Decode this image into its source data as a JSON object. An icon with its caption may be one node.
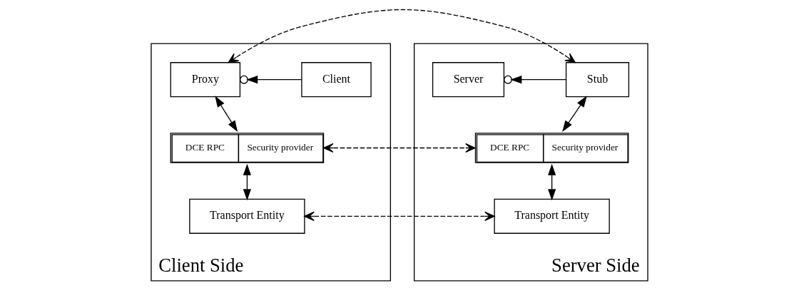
{
  "diagram": {
    "nodes": [
      {
        "text": [
          "Client Side"
        ]
      },
      {
        "text": [
          "Client"
        ],
        "in": 0
      },
      {
        "text": [
          "Proxy"
        ],
        "in": 0
      },
      {
        "text": [
          "DCE RPC",
          "Security provider"
        ],
        "in": 0
      },
      {
        "text": [
          "Transport Entity"
        ],
        "in": 0
      },
      {
        "text": [
          "Server Side"
        ]
      },
      {
        "text": [
          "Stub"
        ],
        "in": 5
      },
      {
        "text": [
          "Server"
        ],
        "in": 5
      },
      {
        "text": [
          "DCE RPC",
          "Security provider"
        ],
        "in": 5
      },
      {
        "text": [
          "Transport Entity"
        ],
        "in": 5
      }
    ],
    "edges": [
      {
        "from": 1,
        "to": 2,
        "arrow": "to"
      },
      {
        "from": 2,
        "to": 6,
        "arrow": "both",
        "style": "dashed"
      },
      {
        "from": 6,
        "to": 7,
        "arrow": "to"
      },
      {
        "from": 2,
        "to": 3,
        "arrow": "both"
      },
      {
        "from": 6,
        "to": 8,
        "arrow": "both"
      },
      {
        "from": 3,
        "to": 8,
        "arrow": "both",
        "style": "dashed"
      },
      {
        "from": 3,
        "to": 4,
        "arrow": "both"
      },
      {
        "from": 8,
        "to": 9,
        "arrow": "both"
      },
      {
        "from": 4,
        "to": 9,
        "arrow": "both",
        "style": "dashed"
      }
    ]
  }
}
